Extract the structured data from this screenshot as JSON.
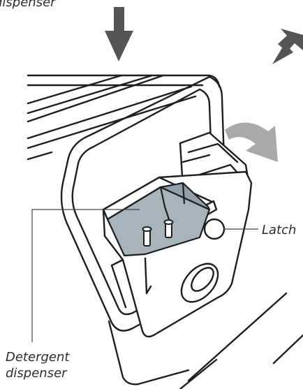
{
  "labels": {
    "top_cropped": "dispenser",
    "latch": "Latch",
    "detergent_line1": "Detergent",
    "detergent_line2": "dispenser"
  },
  "colors": {
    "outline": "#1e1e1e",
    "arrow": "#555555",
    "curved_arrow": "#a9a9a9",
    "tray_fill": "#a8b4bc",
    "tray_fill_dark": "#93a0aa",
    "leader": "#444444"
  },
  "icons": [
    "down-arrow-icon",
    "diagonal-arrow-icon",
    "curved-arrow-icon"
  ]
}
